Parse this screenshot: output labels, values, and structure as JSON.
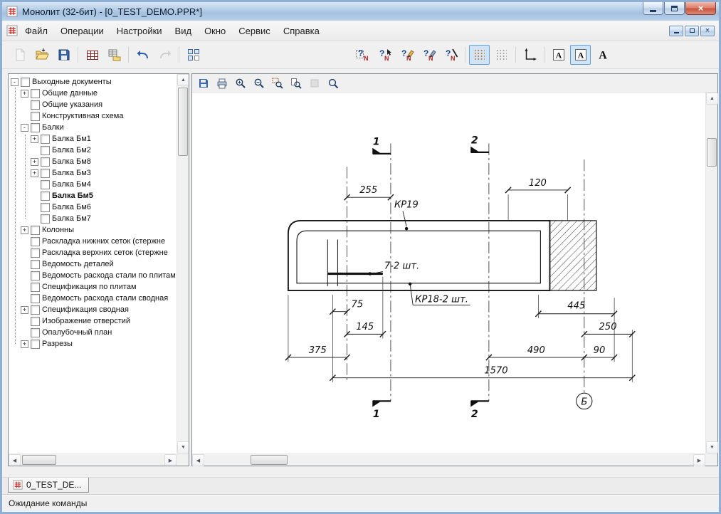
{
  "window": {
    "title": "Монолит (32-бит) - [0_TEST_DEMO.PPR*]"
  },
  "glyphs": {
    "close": "×",
    "up": "▲",
    "down": "▼",
    "left": "◀",
    "right": "▶"
  },
  "icons": {
    "q": "?",
    "n": "N",
    "a": "A"
  },
  "menu": {
    "items": [
      "Файл",
      "Операции",
      "Настройки",
      "Вид",
      "Окно",
      "Сервис",
      "Справка"
    ]
  },
  "tree": {
    "items": [
      {
        "level": 0,
        "exp": "minus",
        "label": "Выходные документы"
      },
      {
        "level": 1,
        "exp": "plus",
        "label": "Общие данные"
      },
      {
        "level": 1,
        "exp": "none",
        "label": "Общие указания"
      },
      {
        "level": 1,
        "exp": "none",
        "label": "Конструктивная схема"
      },
      {
        "level": 1,
        "exp": "minus",
        "label": "Балки"
      },
      {
        "level": 2,
        "exp": "plus",
        "label": "Балка Бм1"
      },
      {
        "level": 2,
        "exp": "none",
        "label": "Балка Бм2"
      },
      {
        "level": 2,
        "exp": "plus",
        "label": "Балка Бм8"
      },
      {
        "level": 2,
        "exp": "plus",
        "label": "Балка Бм3"
      },
      {
        "level": 2,
        "exp": "none",
        "label": "Балка Бм4"
      },
      {
        "level": 2,
        "exp": "none",
        "label": "Балка Бм5",
        "bold": true
      },
      {
        "level": 2,
        "exp": "none",
        "label": "Балка Бм6"
      },
      {
        "level": 2,
        "exp": "none",
        "label": "Балка Бм7"
      },
      {
        "level": 1,
        "exp": "plus",
        "label": "Колонны"
      },
      {
        "level": 1,
        "exp": "none",
        "label": "Раскладка нижних сеток (стержне"
      },
      {
        "level": 1,
        "exp": "none",
        "label": "Раскладка верхних сеток (стержне"
      },
      {
        "level": 1,
        "exp": "none",
        "label": "Ведомость деталей"
      },
      {
        "level": 1,
        "exp": "none",
        "label": "Ведомость расхода стали по плитам"
      },
      {
        "level": 1,
        "exp": "none",
        "label": "Спецификация по плитам"
      },
      {
        "level": 1,
        "exp": "none",
        "label": "Ведомость расхода стали сводная"
      },
      {
        "level": 1,
        "exp": "plus",
        "label": "Спецификация сводная"
      },
      {
        "level": 1,
        "exp": "none",
        "label": "Изображение отверстий"
      },
      {
        "level": 1,
        "exp": "none",
        "label": "Опалубочный план"
      },
      {
        "level": 1,
        "exp": "plus",
        "label": "Разрезы"
      }
    ]
  },
  "drawing": {
    "dims": {
      "d255": "255",
      "d120": "120",
      "d75": "75",
      "d145": "145",
      "d445": "445",
      "d250": "250",
      "d375": "375",
      "d490": "490",
      "d90": "90",
      "d1570": "1570"
    },
    "labels": {
      "kp19": "КР19",
      "bar7": "7-2 шт.",
      "kp18": "КР18-2 шт."
    },
    "sections": {
      "s1": "1",
      "s2": "2"
    },
    "axis": "Б"
  },
  "tab": {
    "label": "0_TEST_DE..."
  },
  "status": {
    "text": "Ожидание команды"
  }
}
